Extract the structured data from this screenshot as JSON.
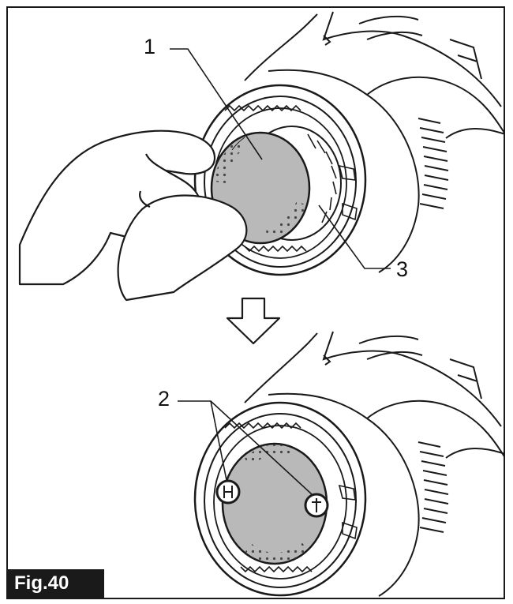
{
  "figure": {
    "label": "Fig.40",
    "callouts": {
      "filter_cover": "1",
      "tabs": "2",
      "housing_mouth": "3"
    }
  },
  "colors": {
    "ink": "#1a1a1a",
    "shade": "#b9b9b9",
    "paper": "#ffffff"
  }
}
